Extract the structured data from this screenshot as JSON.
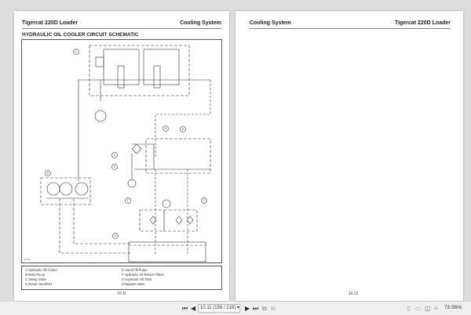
{
  "left_page": {
    "header_left": "Tigercat 220D Loader",
    "header_right": "Cooling System",
    "section_title": "HYDRAULIC OIL COOLER CIRCUIT SCHEMATIC",
    "diagram_code": "2077A",
    "callouts": [
      "C",
      "H",
      "D",
      "A",
      "E",
      "B",
      "F",
      "F",
      "G"
    ],
    "legend": [
      "A   Hydraulic Oil Cooler",
      "B   Main Pump",
      "C   Swing Valve",
      "D   Return Manifold",
      "E   Hand Fill Pump",
      "F   Hydraulic Oil Return Filters",
      "G   Hydraulic Oil Tank",
      "H   Bypass Valve"
    ],
    "page_number": "10.11"
  },
  "right_page": {
    "header_left": "Cooling System",
    "header_right": "Tigercat 220D Loader",
    "page_number": "10.12"
  },
  "toolbar": {
    "page_field": "10.11 (159 / 218)",
    "zoom": "73.56%"
  }
}
